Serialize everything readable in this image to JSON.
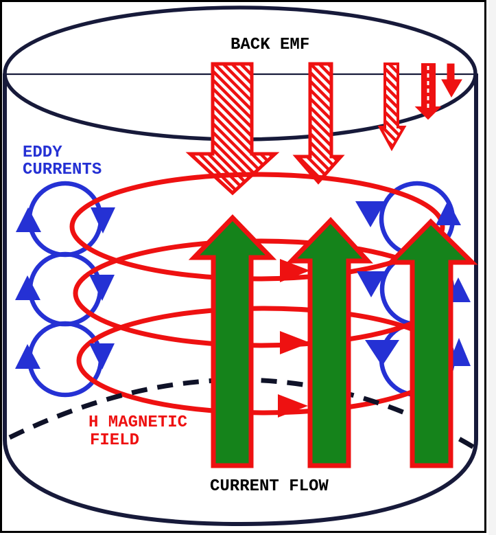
{
  "labels": {
    "back_emf": "BACK EMF",
    "eddy_currents_line1": "EDDY",
    "eddy_currents_line2": "CURRENTS",
    "h_field_line1": "H MAGNETIC",
    "h_field_line2": "FIELD",
    "current_flow": "CURRENT FLOW"
  },
  "colors": {
    "back_emf_arrows": "#ee1111",
    "eddy_current_loops": "#2531d4",
    "h_field_lines": "#ee1111",
    "current_flow_arrows": "#15831b",
    "current_flow_border": "#ee1111",
    "cylinder_outline": "#171a3a",
    "hidden_edge": "#0f1228",
    "label_black": "#000000",
    "background": "#ffffff"
  },
  "elements": {
    "back_emf_arrow_count": 5,
    "back_emf_direction": "down",
    "eddy_loops_left_count": 3,
    "eddy_loops_right_count": 3,
    "h_field_loop_count": 3,
    "h_field_direction": "right",
    "current_flow_arrow_count": 3,
    "current_flow_direction": "up"
  }
}
